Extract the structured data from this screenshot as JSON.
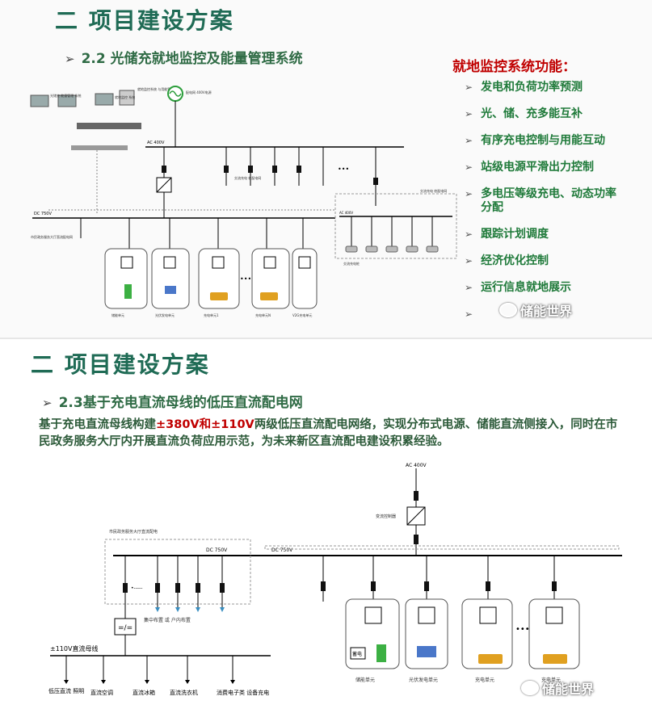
{
  "slide1": {
    "title": "二 项目建设方案",
    "subtitle": "2.2 光储充就地监控及能量管理系统",
    "functions_title": "就地监控系统功能：",
    "functions": [
      "发电和负荷功率预测",
      "光、储、充多能互补",
      "有序充电控制与用能互动",
      "站级电源平滑出力控制",
      "多电压等级充电、动态功率分配",
      "跟踪计划调度",
      "经济优化控制",
      "运行信息就地展示",
      ""
    ],
    "diagram": {
      "ac_bus": "AC 400V",
      "ac_bus_right": "AC 400V",
      "dc_bus": "DC 750V",
      "grid_label": "配电网 400V电源",
      "server_labels": [
        "光储充 能量管理 系统",
        "就地监控 系统",
        "就地监控系统 与用能管理"
      ],
      "branch_load": "交流充电 桩配电网",
      "right_bus_label": "交流充电 桩配电网",
      "left_load": "市民政务服务大厅直流配电网",
      "units": [
        "储能单元",
        "光伏发电单元",
        "充电单元1",
        "充电单元N",
        "V2G充电单元"
      ],
      "ac_chargers": "交流充电桩",
      "ellipsis": "•••"
    },
    "watermark": "储能世界"
  },
  "slide2": {
    "title": "二 项目建设方案",
    "subtitle": "2.3基于充电直流母线的低压直流配电网",
    "paragraph_1": "基于充电直流母线构建",
    "paragraph_red": "±380V和±110V",
    "paragraph_2": "两级低压直流配电网络，实现分布式电源、储能直流侧接入，同时在市民政务服务大厅内开展直流负荷应用示范，为未来新区直流配电建设积累经验。",
    "diagram": {
      "ac_bus": "AC 400V",
      "converter": "变流控制器",
      "dc_bus_left": "DC 750V",
      "dc_bus_right": "DC 750V",
      "hall_label": "市民政务服务大厅直流配电",
      "dcdc": "=/=",
      "distribution": "集中布置 或 户内布置",
      "bus110": "±110V直流母线",
      "loads": [
        "低压直流 照明",
        "直流空调",
        "直流冰箱",
        "直流洗衣机",
        "消费电子类 设备充电"
      ],
      "units": [
        "储能单元",
        "光伏发电单元",
        "充电单元",
        "充电单元"
      ],
      "battery": "蓄电",
      "ellipsis": "•••",
      "dots": "•-----"
    },
    "watermark": "储能世界"
  },
  "colors": {
    "title": "#1f6b55",
    "subtitle": "#2f6b45",
    "func": "#1f7a3a",
    "red": "#c00000"
  }
}
